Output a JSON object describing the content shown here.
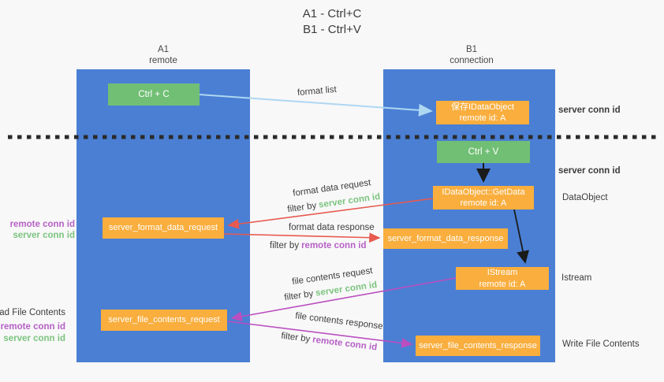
{
  "title": {
    "line1": "A1 - Ctrl+C",
    "line2": "B1 - Ctrl+V"
  },
  "lanes": {
    "left": {
      "id": "A1",
      "role": "remote"
    },
    "right": {
      "id": "B1",
      "role": "connection"
    }
  },
  "nodes": {
    "ctrl_c": {
      "label": "Ctrl + C"
    },
    "ctrl_v": {
      "label": "Ctrl + V"
    },
    "save_dataobject": {
      "line1": "保存IDataObject",
      "line2": "remote id: A"
    },
    "getdata": {
      "line1": "IDataObject::GetData",
      "line2": "remote id: A"
    },
    "istream": {
      "line1": "IStream",
      "line2": "remote id: A"
    },
    "server_format_data_request": {
      "label": "server_format_data_request"
    },
    "server_format_data_response": {
      "label": "server_format_data_response"
    },
    "server_file_contents_request": {
      "label": "server_file_contents_request"
    },
    "server_file_contents_response": {
      "label": "server_file_contents_response"
    }
  },
  "edges": {
    "format_list": {
      "label": "format list"
    },
    "format_data_request": {
      "label": "format data request",
      "filter_prefix": "filter by",
      "filter_id": "server conn id"
    },
    "format_data_response": {
      "label": "format data response",
      "filter_prefix": "filter by",
      "filter_id": "remote conn id"
    },
    "file_contents_request": {
      "label": "file contents request",
      "filter_prefix": "filter by",
      "filter_id": "server conn id"
    },
    "file_contents_response": {
      "label": "file contents response",
      "filter_prefix": "filter by",
      "filter_id": "remote conn id"
    }
  },
  "annotations": {
    "server_conn_id_top": "server conn id",
    "server_conn_id_mid": "server conn id",
    "dataobject": "DataObject",
    "istream": "Istream",
    "write_file_contents": "Write File Contents",
    "read_file_contents": "Read File Contents",
    "left_format": {
      "remote": "remote conn id",
      "server": "server conn id"
    },
    "left_file": {
      "remote": "remote conn id",
      "server": "server conn id"
    }
  },
  "colors": {
    "lane_blue": "#4a7fd4",
    "node_green": "#71bf74",
    "node_orange": "#f9ae3e",
    "arrow_red": "#e8594f",
    "arrow_magenta": "#bb4fc0",
    "arrow_light_blue": "#aed7f2",
    "arrow_black": "#1a1a1a",
    "conn_id_green": "#7cc47f",
    "conn_id_purple": "#b660c6",
    "divider_black": "#2b2b2b",
    "text_dark": "#3d3d3d"
  }
}
